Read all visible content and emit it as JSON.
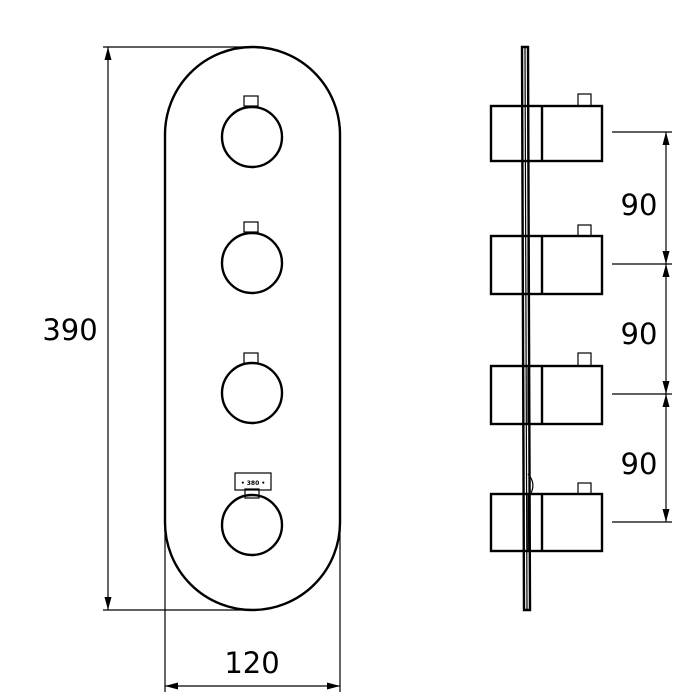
{
  "dimensions": {
    "height": "390",
    "width": "120",
    "spacing_1": "90",
    "spacing_2": "90",
    "spacing_3": "90"
  },
  "diverter_label": "• 380 •"
}
